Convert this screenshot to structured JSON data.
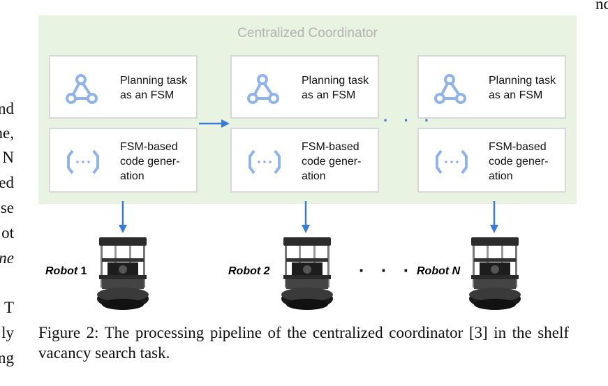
{
  "left_fragments": [
    "nd",
    "ne,",
    "N",
    "ed",
    "se",
    "ot",
    "ne",
    "T",
    "ly",
    "ng"
  ],
  "right_fragments": [
    "nd"
  ],
  "figure": {
    "panel_title": "Centralized Coordinator",
    "planning_label": "Planning task\nas an FSM",
    "codegen_label": "FSM-based\ncode gener-\nation",
    "robots": [
      {
        "name": "Robot",
        "num": "1"
      },
      {
        "name": "Robot",
        "num": "2"
      },
      {
        "name": "Robot N",
        "num": ""
      }
    ],
    "dots": "· · ·",
    "colors": {
      "panel": "#e9f3e2",
      "accent": "#3a7bd5",
      "icon": "#8fb4ea"
    }
  },
  "caption": "Figure 2: The processing pipeline of the centralized coordinator [3] in the shelf vacancy search task."
}
